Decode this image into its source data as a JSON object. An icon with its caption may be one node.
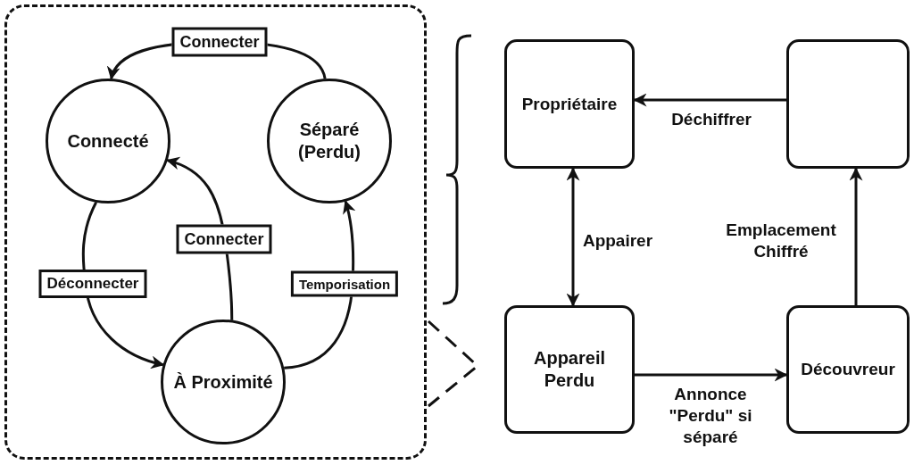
{
  "diagram": {
    "nodes": [
      {
        "text": [],
        "shape": "box"
      },
      {
        "text": [
          "Connecté"
        ],
        "in": 0
      },
      {
        "text": [
          "Séparé (Perdu)"
        ],
        "in": 0
      },
      {
        "text": [
          "À Proximité"
        ],
        "in": 0
      },
      {
        "text": [
          "Propriétaire"
        ]
      },
      {
        "text": [],
        "shape": "box"
      },
      {
        "text": [
          "Appareil Perdu"
        ]
      },
      {
        "text": [
          "Découvreur"
        ]
      }
    ],
    "edges": [
      {
        "from": 2,
        "to": 1,
        "arrow": "to",
        "label": "Connecter"
      },
      {
        "from": 1,
        "to": 3,
        "arrow": "to",
        "label": "Déconnecter"
      },
      {
        "from": 3,
        "to": 1,
        "arrow": "to",
        "label": "Connecter"
      },
      {
        "from": 3,
        "to": 2,
        "arrow": "to",
        "label": "Temporisation"
      },
      {
        "from": 5,
        "to": 4,
        "arrow": "to",
        "label": "Déchiffrer"
      },
      {
        "from": 4,
        "to": 6,
        "arrow": "both",
        "label": "Appairer"
      },
      {
        "from": 6,
        "to": 7,
        "arrow": "to",
        "label": "Annonce \"Perdu\" si séparé"
      },
      {
        "from": 7,
        "to": 5,
        "arrow": "to",
        "label": "Emplacement Chiffré"
      }
    ]
  }
}
